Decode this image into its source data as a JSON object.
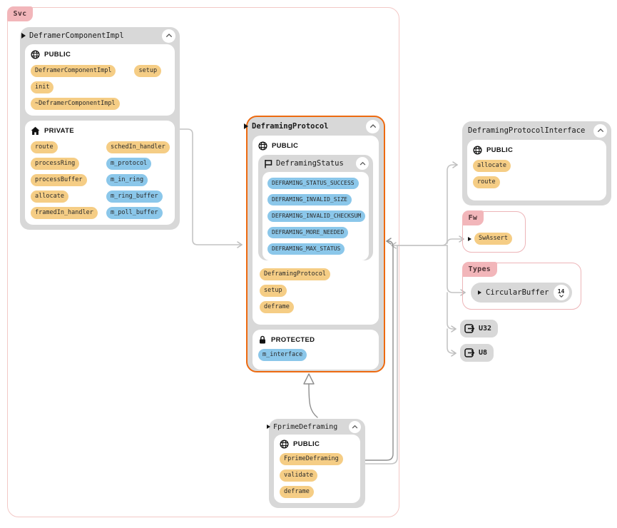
{
  "namespaces": {
    "svc": "Svc",
    "fw": "Fw",
    "types": "Types"
  },
  "deframer": {
    "title": "DeframerComponentImpl",
    "public": {
      "label": "PUBLIC",
      "rows": [
        [
          {
            "label": "DeframerComponentImpl",
            "kind": "method"
          },
          {
            "label": "setup",
            "kind": "method"
          }
        ],
        [
          {
            "label": "init",
            "kind": "method"
          }
        ],
        [
          {
            "label": "~DeframerComponentImpl",
            "kind": "method"
          }
        ]
      ]
    },
    "private": {
      "label": "PRIVATE",
      "members": [
        {
          "label": "route",
          "kind": "method"
        },
        {
          "label": "schedIn_handler",
          "kind": "method"
        },
        {
          "label": "processRing",
          "kind": "method"
        },
        {
          "label": "m_protocol",
          "kind": "field"
        },
        {
          "label": "processBuffer",
          "kind": "method"
        },
        {
          "label": "m_in_ring",
          "kind": "field"
        },
        {
          "label": "allocate",
          "kind": "method"
        },
        {
          "label": "m_ring_buffer",
          "kind": "field"
        },
        {
          "label": "framedIn_handler",
          "kind": "method"
        },
        {
          "label": "m_poll_buffer",
          "kind": "field"
        }
      ]
    }
  },
  "protocol": {
    "title": "DeframingProtocol",
    "public": {
      "label": "PUBLIC"
    },
    "enum": {
      "title": "DeframingStatus",
      "values": [
        {
          "label": "DEFRAMING_STATUS_SUCCESS",
          "kind": "enum"
        },
        {
          "label": "DEFRAMING_INVALID_SIZE",
          "kind": "enum"
        },
        {
          "label": "DEFRAMING_INVALID_CHECKSUM",
          "kind": "enum"
        },
        {
          "label": "DEFRAMING_MORE_NEEDED",
          "kind": "enum"
        },
        {
          "label": "DEFRAMING_MAX_STATUS",
          "kind": "enum"
        }
      ]
    },
    "methods": [
      {
        "label": "DeframingProtocol",
        "kind": "method"
      },
      {
        "label": "setup",
        "kind": "method"
      },
      {
        "label": "deframe",
        "kind": "method"
      }
    ],
    "protected": {
      "label": "PROTECTED",
      "members": [
        {
          "label": "m_interface",
          "kind": "field"
        }
      ]
    }
  },
  "interface": {
    "title": "DeframingProtocolInterface",
    "public": {
      "label": "PUBLIC"
    },
    "members": [
      {
        "label": "allocate",
        "kind": "method"
      },
      {
        "label": "route",
        "kind": "method"
      }
    ]
  },
  "fprime": {
    "title": "FprimeDeframing",
    "public": {
      "label": "PUBLIC"
    },
    "members": [
      {
        "label": "FprimeDeframing",
        "kind": "method"
      },
      {
        "label": "validate",
        "kind": "method"
      },
      {
        "label": "deframe",
        "kind": "method"
      }
    ]
  },
  "externals": {
    "sw_assert": "SwAssert",
    "circular_buffer": {
      "title": "CircularBuffer",
      "badge": "14"
    },
    "u32": "U32",
    "u8": "U8"
  },
  "colors": {
    "accent_orange": "#ED6A10",
    "pill_yellow": "#F5CD85",
    "pill_blue": "#8BC7EA",
    "box_gray": "#D8D8D8",
    "namespace_pink_badge": "#F2B6BA",
    "namespace_pink_border": "#EDB5B8",
    "edge_light": "#C4C4C4",
    "edge_dark": "#8E8E8E"
  }
}
